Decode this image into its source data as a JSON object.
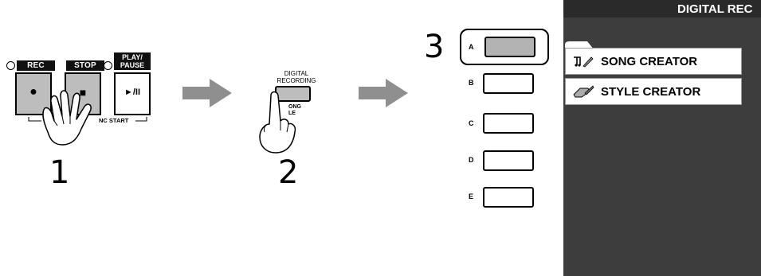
{
  "step1": {
    "rec_label": "REC",
    "stop_label": "STOP",
    "play_pause_label_line1": "PLAY/",
    "play_pause_label_line2": "PAUSE",
    "rec_glyph": "●",
    "stop_glyph": "■",
    "play_glyph": "►/II",
    "caption_new": "NE",
    "caption_sync": "NC START",
    "step_number": "1"
  },
  "step2": {
    "button_label_line1": "DIGITAL",
    "button_label_line2": "RECORDING",
    "under_label_line1": "ONG",
    "under_label_line2": "LE",
    "step_number": "2"
  },
  "step3": {
    "step_number": "3",
    "buttons": [
      "A",
      "B",
      "C",
      "D",
      "E"
    ]
  },
  "lcd": {
    "title": "DIGITAL REC",
    "items": [
      {
        "icon": "song-creator-icon",
        "label": "SONG CREATOR"
      },
      {
        "icon": "style-creator-icon",
        "label": "STYLE CREATOR"
      }
    ]
  },
  "colors": {
    "arrow": "#8f8f8f",
    "button_gray": "#bdbdbd",
    "highlight_button": "#b3b3b3",
    "lcd_background": "#3d3d3d",
    "lcd_title_bar": "#2a2a2a"
  }
}
